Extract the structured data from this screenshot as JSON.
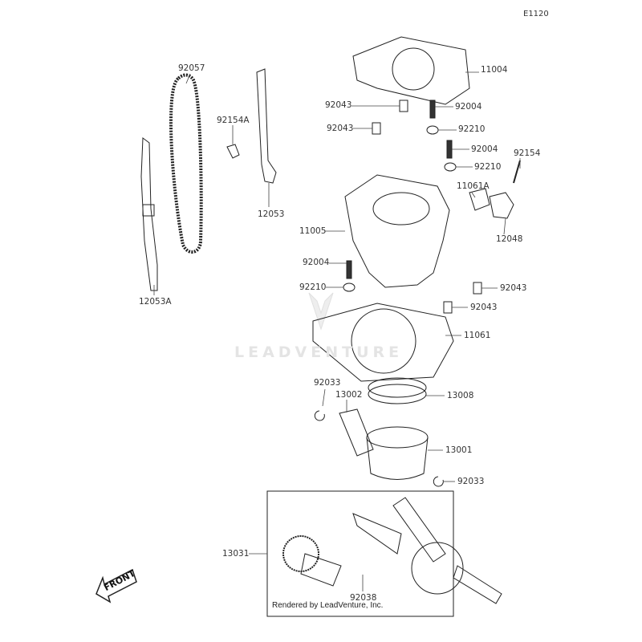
{
  "diagram_code": "E1120",
  "watermark": "LEADVENTURE",
  "front_label": "FRONT",
  "footer": "Rendered by LeadVenture, Inc.",
  "parts": [
    "92057",
    "92154A",
    "12053",
    "12053A",
    "11004",
    "92043",
    "92004",
    "92043",
    "92210",
    "92004",
    "92210",
    "92154",
    "11061A",
    "12048",
    "11005",
    "92004",
    "92210",
    "92043",
    "92043",
    "11061",
    "92033",
    "13002",
    "13008",
    "13001",
    "92033",
    "13031",
    "92038"
  ]
}
